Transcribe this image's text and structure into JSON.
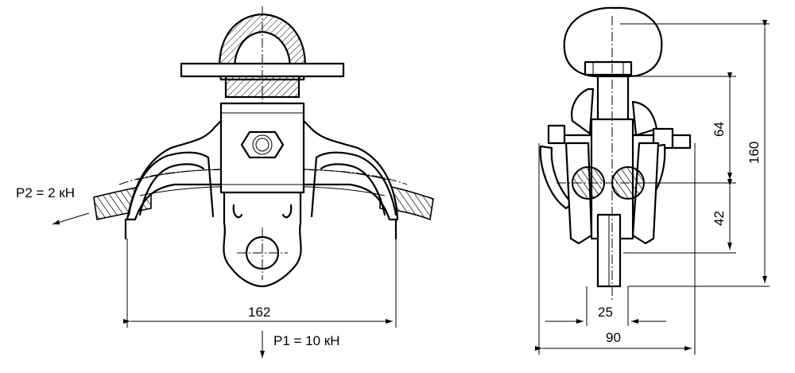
{
  "labels": {
    "p2": "P2 = 2 кН",
    "p1": "P1 = 10 кН",
    "dim_162": "162",
    "dim_25": "25",
    "dim_90": "90",
    "dim_64": "64",
    "dim_42": "42",
    "dim_160": "160"
  }
}
